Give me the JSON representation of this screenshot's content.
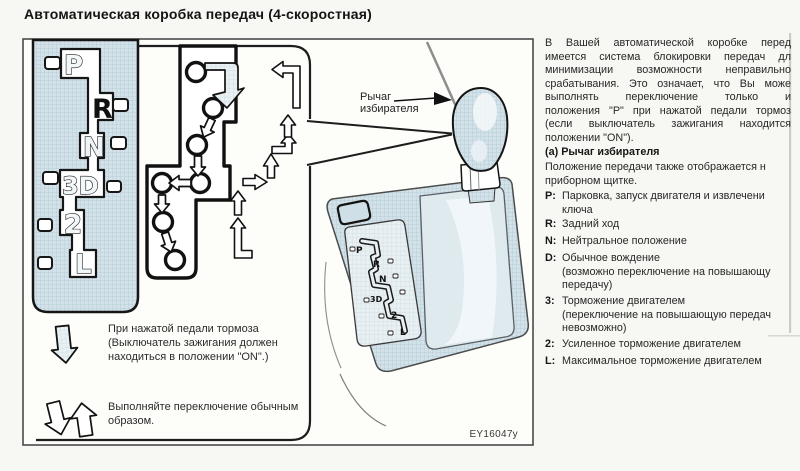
{
  "title": "Автоматическая коробка передач (4-скоростная)",
  "figure": {
    "code": "EY16047y",
    "lever_label": {
      "line1": "Рычаг",
      "line2": "избирателя"
    },
    "gate_letters": {
      "p": "P",
      "r": "R",
      "n": "N",
      "d3": "3D",
      "two": "2",
      "l": "L"
    },
    "legend": {
      "brake": {
        "lines": [
          "При нажатой педали тормоза",
          "(Выключатель зажигания должен",
          "находиться в положении \"ON\".)"
        ]
      },
      "normal": {
        "lines": [
          "Выполняйте переключение обычным",
          "образом."
        ]
      }
    }
  },
  "right_column": {
    "intro": [
      "В Вашей автоматической коробке перед",
      "имеется система блокировки передач дл",
      "минимизации возможности неправильно",
      "срабатывания. Это означает, что Вы може",
      "выполнять переключение только и",
      "положения \"Р\" при нажатой педали тормоз",
      "(если выключатель зажигания находится",
      "положении \"ON\")."
    ],
    "section_a_title": "(а) Рычаг избирателя",
    "section_a_lines": [
      "Положение передачи также отображается н",
      "приборном щитке."
    ],
    "positions": [
      {
        "key": "P:",
        "lines": [
          "Парковка, запуск двигателя и извлечени",
          "ключа"
        ]
      },
      {
        "key": "R:",
        "lines": [
          "Задний ход"
        ]
      },
      {
        "key": "N:",
        "lines": [
          "Нейтральное положение"
        ]
      },
      {
        "key": "D:",
        "lines": [
          "Обычное вождение",
          "(возможно переключение на повышающу",
          "передачу)"
        ]
      },
      {
        "key": "3:",
        "lines": [
          "Торможение двигателем",
          "(переключение на повышающую передач",
          "невозможно)"
        ]
      },
      {
        "key": "2:",
        "lines": [
          "Усиленное торможение двигателем"
        ]
      },
      {
        "key": "L:",
        "lines": [
          "Максимальное торможение двигателем"
        ]
      }
    ]
  },
  "colors": {
    "hatch_fill": "#d3e1e8",
    "hatch_line": "#b0c9d4",
    "ink": "#1d1d1d"
  }
}
